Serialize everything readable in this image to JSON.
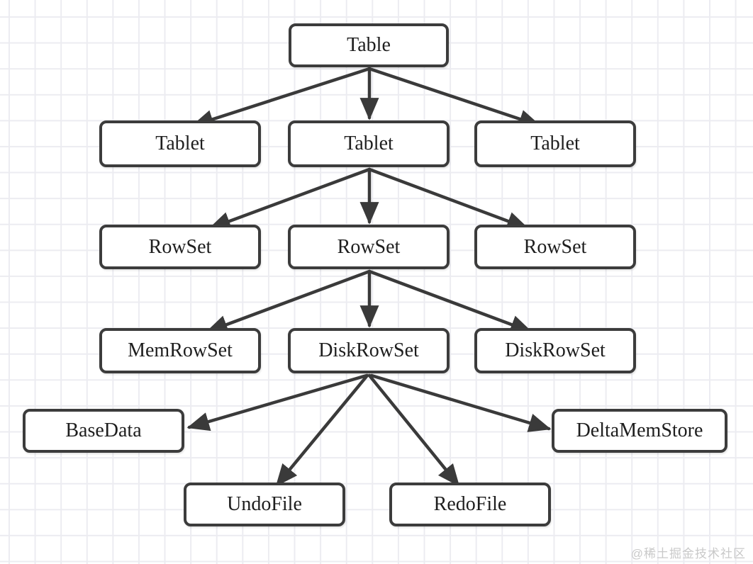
{
  "diagram": {
    "type": "tree",
    "nodes": [
      {
        "id": "table",
        "label": "Table"
      },
      {
        "id": "tablet-left",
        "label": "Tablet"
      },
      {
        "id": "tablet-middle",
        "label": "Tablet"
      },
      {
        "id": "tablet-right",
        "label": "Tablet"
      },
      {
        "id": "rowset-left",
        "label": "RowSet"
      },
      {
        "id": "rowset-middle",
        "label": "RowSet"
      },
      {
        "id": "rowset-right",
        "label": "RowSet"
      },
      {
        "id": "memrowset",
        "label": "MemRowSet"
      },
      {
        "id": "diskrowset-middle",
        "label": "DiskRowSet"
      },
      {
        "id": "diskrowset-right",
        "label": "DiskRowSet"
      },
      {
        "id": "basedata",
        "label": "BaseData"
      },
      {
        "id": "deltamemstore",
        "label": "DeltaMemStore"
      },
      {
        "id": "undofile",
        "label": "UndoFile"
      },
      {
        "id": "redofile",
        "label": "RedoFile"
      }
    ],
    "edges": [
      {
        "from": "table",
        "to": "tablet-left"
      },
      {
        "from": "table",
        "to": "tablet-middle"
      },
      {
        "from": "table",
        "to": "tablet-right"
      },
      {
        "from": "tablet-middle",
        "to": "rowset-left"
      },
      {
        "from": "tablet-middle",
        "to": "rowset-middle"
      },
      {
        "from": "tablet-middle",
        "to": "rowset-right"
      },
      {
        "from": "rowset-middle",
        "to": "memrowset"
      },
      {
        "from": "rowset-middle",
        "to": "diskrowset-middle"
      },
      {
        "from": "rowset-middle",
        "to": "diskrowset-right"
      },
      {
        "from": "diskrowset-middle",
        "to": "basedata"
      },
      {
        "from": "diskrowset-middle",
        "to": "undofile"
      },
      {
        "from": "diskrowset-middle",
        "to": "redofile"
      },
      {
        "from": "diskrowset-middle",
        "to": "deltamemstore"
      }
    ],
    "colors": {
      "node_border": "#3c3c3c",
      "node_fill": "#ffffff",
      "node_text": "#1e1e1e",
      "arrow": "#3a3a3a",
      "grid_line": "#ececf1",
      "background": "#ffffff"
    }
  },
  "watermark": {
    "text": "@稀土掘金技术社区",
    "color": "#c9c9c9"
  }
}
